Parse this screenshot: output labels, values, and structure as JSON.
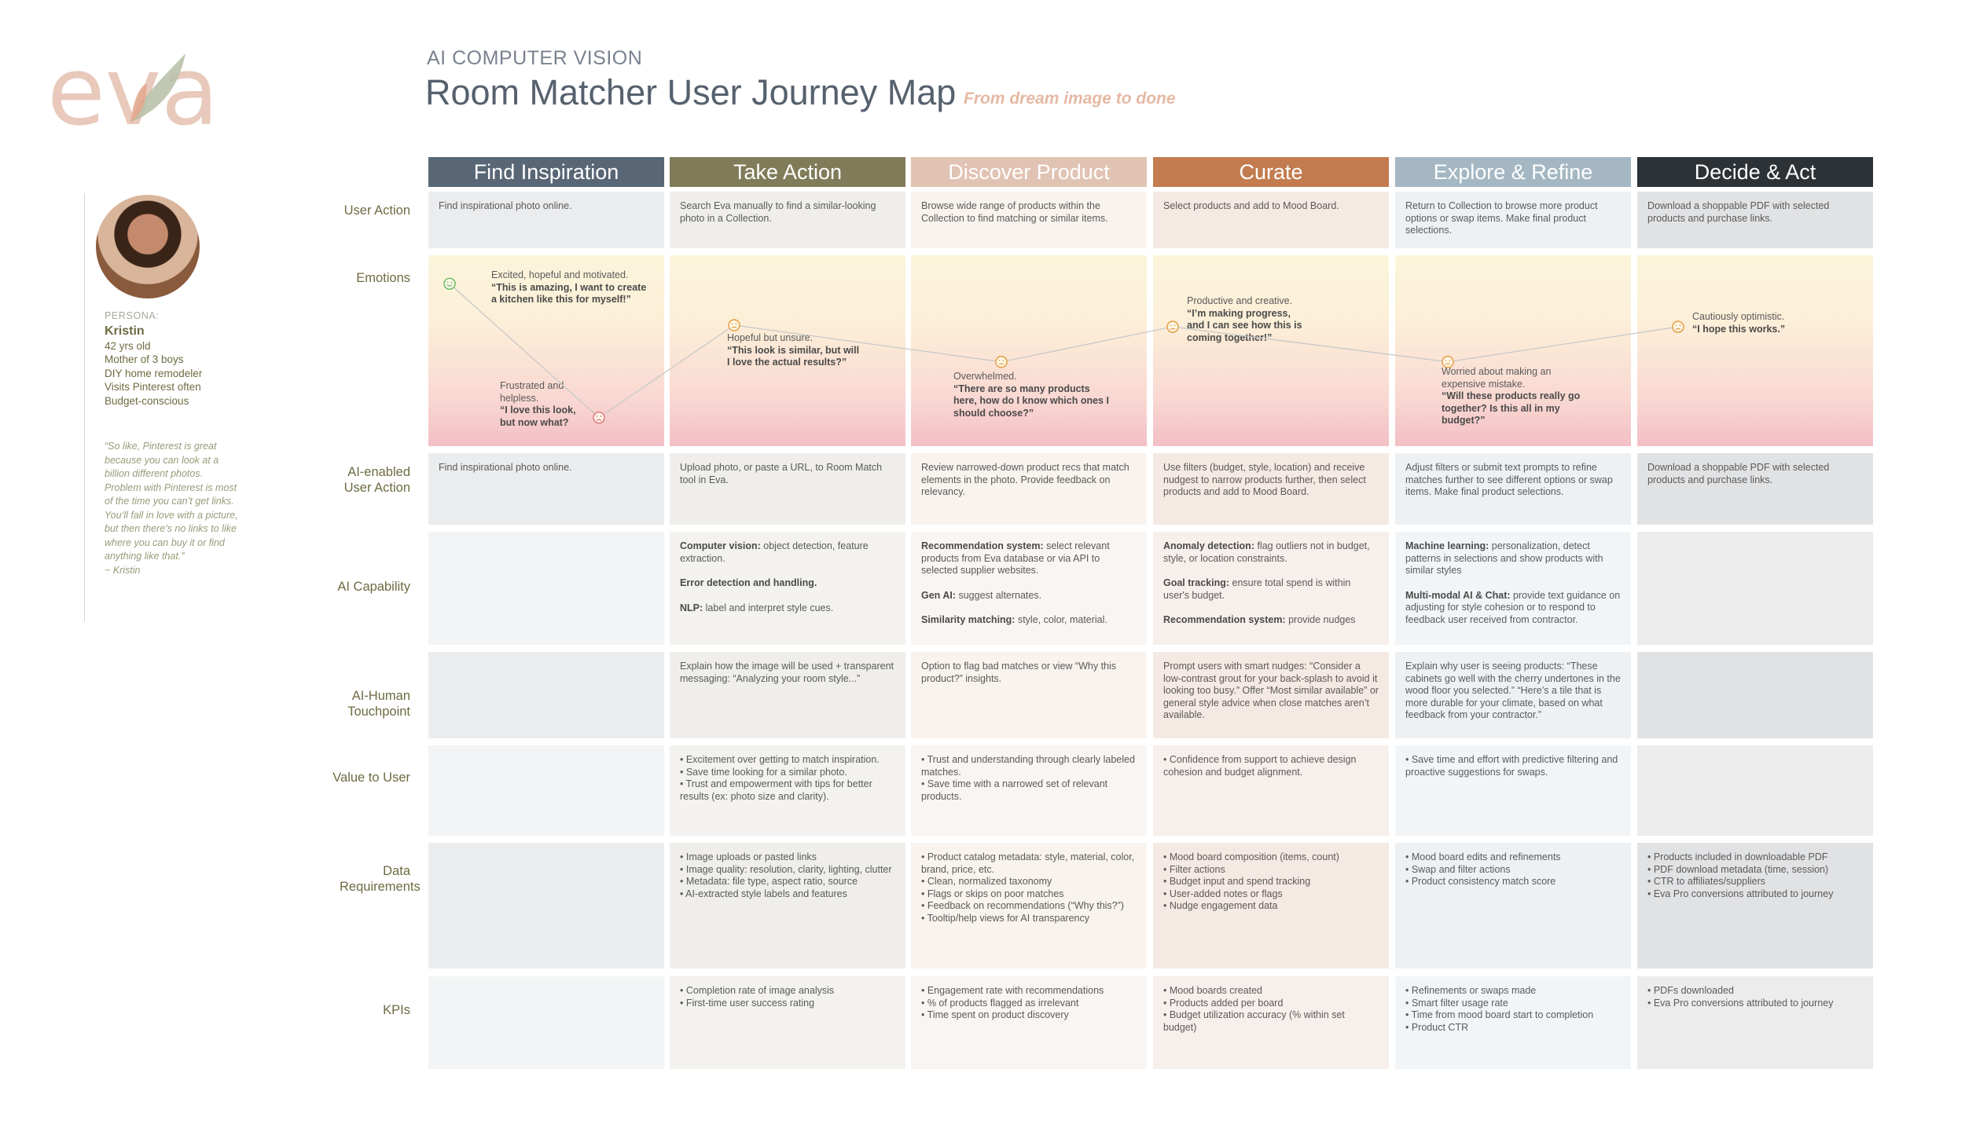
{
  "logo": {
    "text": "eva"
  },
  "header": {
    "eyebrow": "AI COMPUTER VISION",
    "title": "Room Matcher User Journey Map",
    "subtitle": "From dream image to done"
  },
  "persona": {
    "label": "PERSONA:",
    "name": "Kristin",
    "details": [
      "42 yrs old",
      "Mother of 3 boys",
      "DIY home remodeler",
      "Visits Pinterest often",
      "Budget-conscious"
    ],
    "quote": "“So like, Pinterest is great because you can look at a billion different photos. Problem with Pinterest is most of the time you can’t get links. You’ll fall in love with a picture, but then there’s no links to like where you can buy it or find anything like that.”",
    "quote_author": "~ Kristin"
  },
  "stages": [
    {
      "label": "Find Inspiration",
      "color": "#596675"
    },
    {
      "label": "Take Action",
      "color": "#807c5a"
    },
    {
      "label": "Discover Product",
      "color": "#e1c3b3"
    },
    {
      "label": "Curate",
      "color": "#c27c50"
    },
    {
      "label": "Explore & Refine",
      "color": "#a4b7c3"
    },
    {
      "label": "Decide & Act",
      "color": "#2c3236"
    }
  ],
  "row_labels": {
    "user_action": "User Action",
    "emotions": "Emotions",
    "ai_user_action": "AI-enabled User Action",
    "ai_capability": "AI Capability",
    "touchpoint": "AI-Human Touchpoint",
    "value": "Value to User",
    "data": "Data Requirements",
    "kpis": "KPIs"
  },
  "colors": {
    "col_bg": [
      "#ebecee",
      "#efeeea",
      "#f9f3ee",
      "#f5e9e3",
      "#eef1f4",
      "#e1e2e4"
    ],
    "col_bg_light": [
      "#f3f4f5",
      "#f3f2ef",
      "#f9f5f2",
      "#f7efeb",
      "#f2f5f7",
      "#ececed"
    ],
    "emoji_happy": "#6fbf6a",
    "emoji_sad": "#e07a82",
    "emoji_neutral": "#e6a24c"
  },
  "user_action": [
    "Find inspirational photo online.",
    "Search Eva manually to find a similar-looking photo in a Collection.",
    "Browse wide range of products within the Collection to find matching or similar items.",
    "Select products and add to Mood Board.",
    "Return to Collection to browse more product options or swap items. Make final product selections.",
    "Download a shoppable PDF with selected products and purchase links."
  ],
  "emotions": [
    {
      "mood": "Excited, hopeful and motivated.",
      "quote": "“This is amazing, I want to create a kitchen like this for myself!”",
      "level": 0.92,
      "face": "happy"
    },
    {
      "mood": "Frustrated and helpless.",
      "quote": "“I love this look, but now what?",
      "level": 0.08,
      "face": "sad"
    },
    {
      "mood": "Hopeful but unsure.",
      "quote": "“This look is similar, but will I love the actual results?”",
      "level": 0.66,
      "face": "neutral"
    },
    {
      "mood": "Overwhelmed.",
      "quote": "“There are so many products here, how do I know which ones I should choose?”",
      "level": 0.43,
      "face": "neutral"
    },
    {
      "mood": "Productive and creative.",
      "quote": "“I’m making progress, and I can see how this is coming together!”",
      "level": 0.65,
      "face": "neutral"
    },
    {
      "mood": "Worried about making an expensive mistake.",
      "quote": "“Will these products really go together? Is this all in my budget?”",
      "level": 0.43,
      "face": "neutral"
    },
    {
      "mood": "Cautiously optimistic.",
      "quote": "“I hope this works.”",
      "level": 0.65,
      "face": "neutral"
    }
  ],
  "ai_user_action": [
    "Find inspirational photo online.",
    "Upload photo, or paste a URL, to Room Match tool in Eva.",
    "Review narrowed-down product recs that match elements in the photo. Provide feedback on relevancy.",
    "Use filters (budget, style, location) and receive nudgest to narrow products further, then select products and add to Mood Board.",
    "Adjust filters or submit text prompts to refine matches further to see different options or swap items. Make final product selections.",
    "Download a shoppable PDF with selected products and purchase links."
  ],
  "ai_capability": [
    [],
    [
      {
        "bold": "Computer vision:",
        "text": " object detection, feature extraction."
      },
      {
        "bold": "Error detection and handling.",
        "text": ""
      },
      {
        "bold": "NLP:",
        "text": " label and interpret style cues."
      }
    ],
    [
      {
        "bold": "Recommendation system:",
        "text": " select relevant products from Eva database or via API to selected supplier websites."
      },
      {
        "bold": "Gen AI:",
        "text": " suggest alternates."
      },
      {
        "bold": "Similarity matching:",
        "text": " style, color, material."
      }
    ],
    [
      {
        "bold": "Anomaly detection:",
        "text": " flag outliers not in budget, style, or location constraints."
      },
      {
        "bold": "Goal tracking:",
        "text": " ensure total spend is within user's budget."
      },
      {
        "bold": "Recommendation system:",
        "text": " provide nudges"
      }
    ],
    [
      {
        "bold": "Machine learning:",
        "text": " personalization, detect patterns in selections and show products with similar styles"
      },
      {
        "bold": "Multi-modal AI & Chat:",
        "text": " provide text guidance on adjusting for style cohesion or to respond to feedback user received from contractor."
      }
    ],
    []
  ],
  "touchpoint": [
    "",
    "Explain how the image will be used + transparent messaging: “Analyzing your room style...”",
    "Option to flag bad matches or view “Why this product?” insights.",
    "Prompt users with smart nudges: “Consider a low-contrast grout for your back-splash to avoid it looking too busy.” Offer “Most similar available” or general style advice when close matches aren’t available.",
    "Explain why user is seeing products: “These cabinets go well with the cherry undertones in the wood floor you selected.” “Here’s a tile that is more durable for your climate, based on what feedback from your contractor.”",
    ""
  ],
  "value": [
    [],
    [
      "• Excitement over getting to match inspiration.",
      "• Save time looking for a similar photo.",
      "• Trust and empowerment with tips for better results (ex: photo size and clarity)."
    ],
    [
      "• Trust and understanding through clearly labeled matches.",
      "• Save time with a narrowed set of relevant products."
    ],
    [
      "• Confidence from support to achieve design cohesion and budget alignment."
    ],
    [
      "• Save time and effort with predictive filtering and proactive suggestions for swaps."
    ],
    []
  ],
  "data_req": [
    [],
    [
      "• Image uploads or pasted links",
      "• Image quality: resolution, clarity, lighting, clutter",
      "• Metadata: file type, aspect ratio, source",
      "• AI-extracted style labels and features"
    ],
    [
      "• Product catalog metadata: style, material, color, brand, price, etc.",
      "• Clean, normalized taxonomy",
      "• Flags or skips on poor matches",
      "• Feedback on recommendations (“Why this?”)",
      "• Tooltip/help views for AI transparency"
    ],
    [
      "• Mood board composition (items, count)",
      "• Filter actions",
      "• Budget input and spend tracking",
      "• User-added notes or flags",
      "• Nudge engagement data"
    ],
    [
      "• Mood board edits and refinements",
      "• Swap and filter actions",
      "• Product consistency match score"
    ],
    [
      "• Products included in downloadable PDF",
      "• PDF download metadata (time, session)",
      "• CTR to affiliates/suppliers",
      "• Eva Pro conversions attributed to journey"
    ]
  ],
  "kpis": [
    [],
    [
      "• Completion rate of image analysis",
      "• First-time user success rating"
    ],
    [
      "• Engagement rate with recommendations",
      "• % of products flagged as irrelevant",
      "• Time spent on product discovery"
    ],
    [
      "• Mood boards created",
      "• Products added per board",
      "• Budget utilization accuracy (% within set budget)"
    ],
    [
      "• Refinements or swaps made",
      "• Smart filter usage rate",
      "• Time from mood board start to completion",
      "• Product CTR"
    ],
    [
      "• PDFs downloaded",
      "• Eva Pro conversions attributed to journey"
    ]
  ]
}
